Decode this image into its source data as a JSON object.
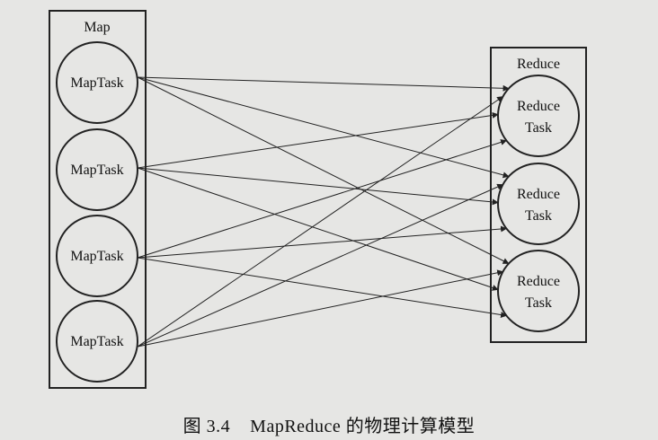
{
  "diagram": {
    "map_group": {
      "label": "Map",
      "tasks": [
        "MapTask",
        "MapTask",
        "MapTask",
        "MapTask"
      ]
    },
    "reduce_group": {
      "label": "Reduce",
      "tasks": [
        {
          "line1": "Reduce",
          "line2": "Task"
        },
        {
          "line1": "Reduce",
          "line2": "Task"
        },
        {
          "line1": "Reduce",
          "line2": "Task"
        }
      ]
    },
    "connections": "all-to-all"
  },
  "caption": {
    "number": "图 3.4",
    "text": "MapReduce 的物理计算模型"
  },
  "colors": {
    "background": "#e6e6e4",
    "stroke": "#222222"
  }
}
